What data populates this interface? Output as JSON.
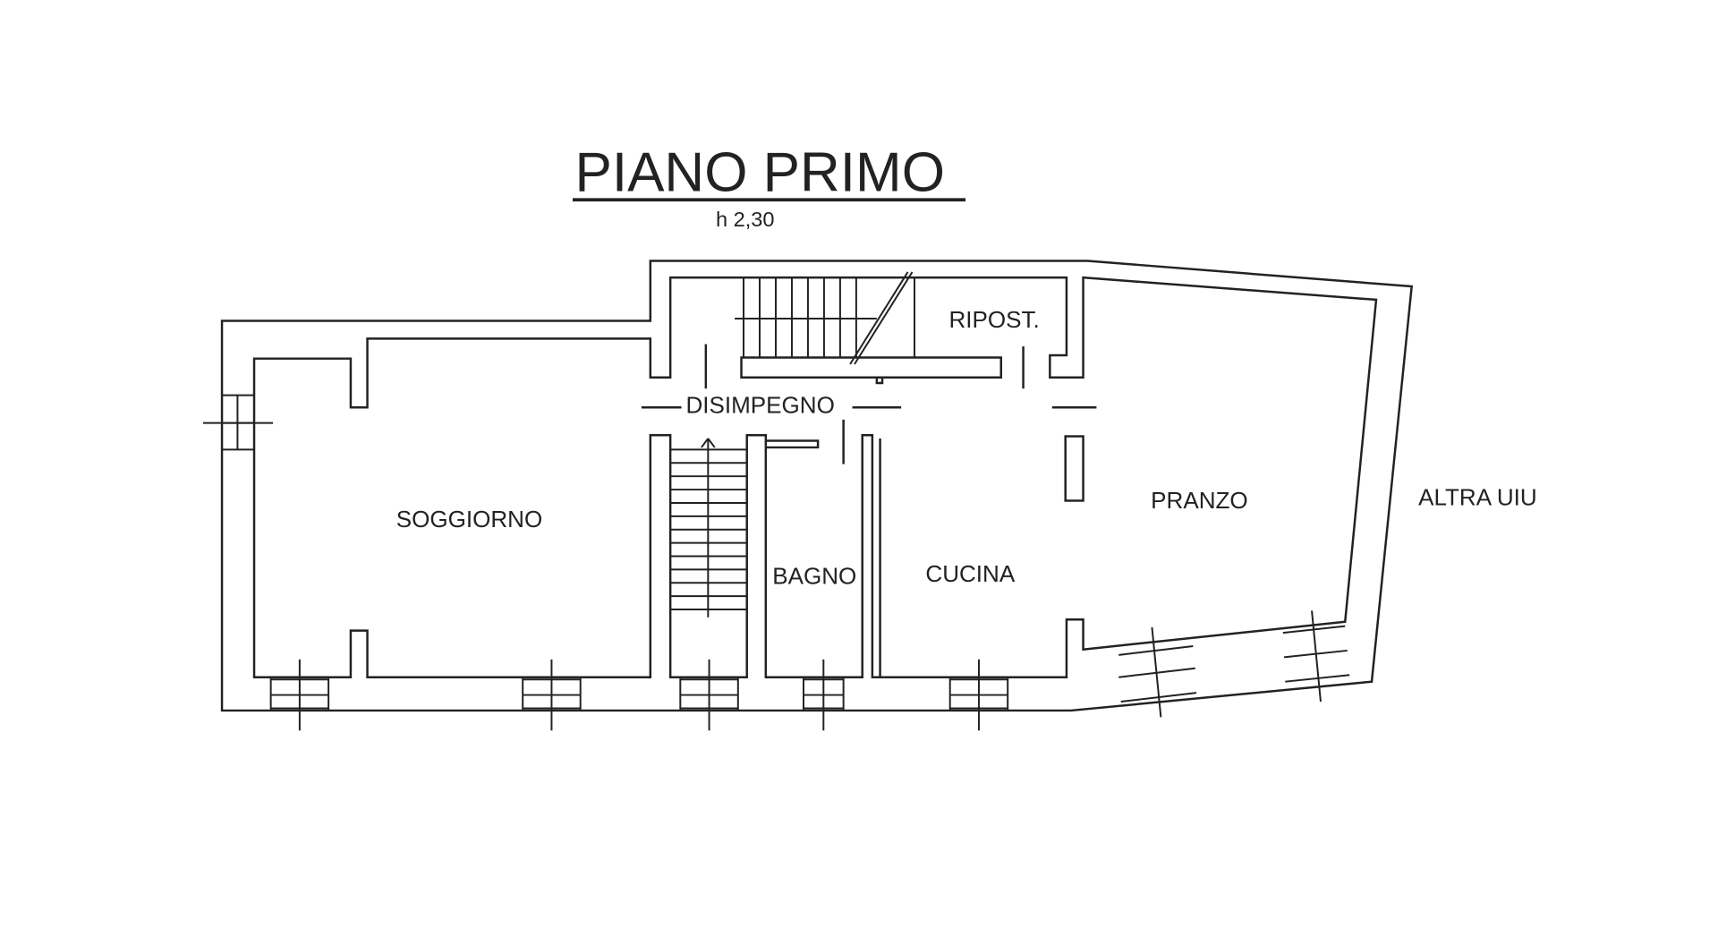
{
  "title": "PIANO PRIMO",
  "height_note": "h 2,30",
  "rooms": {
    "soggiorno": "SOGGIORNO",
    "disimpegno": "DISIMPEGNO",
    "ripostiglio": "RIPOST.",
    "bagno": "BAGNO",
    "cucina": "CUCINA",
    "pranzo": "PRANZO",
    "altra": "ALTRA UIU"
  }
}
